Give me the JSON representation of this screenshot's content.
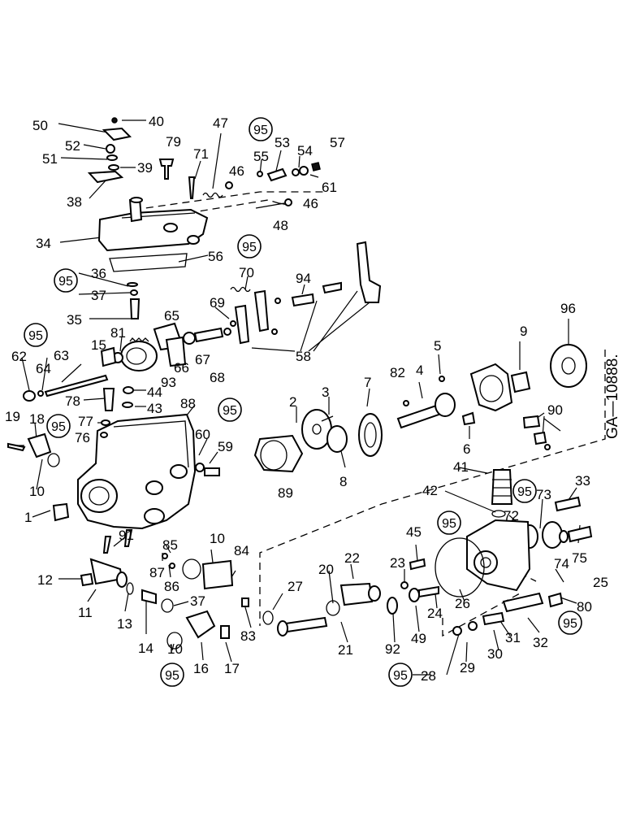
{
  "diagram": {
    "drawing_id": "GA—10888.",
    "callouts": [
      {
        "id": "c50",
        "label": "50"
      },
      {
        "id": "c40",
        "label": "40"
      },
      {
        "id": "c52",
        "label": "52"
      },
      {
        "id": "c51",
        "label": "51"
      },
      {
        "id": "c39",
        "label": "39"
      },
      {
        "id": "c38",
        "label": "38"
      },
      {
        "id": "c79",
        "label": "79"
      },
      {
        "id": "c71",
        "label": "71"
      },
      {
        "id": "c47",
        "label": "47"
      },
      {
        "id": "c46a",
        "label": "46"
      },
      {
        "id": "c55",
        "label": "55"
      },
      {
        "id": "c53",
        "label": "53"
      },
      {
        "id": "c54",
        "label": "54"
      },
      {
        "id": "c57",
        "label": "57"
      },
      {
        "id": "c61",
        "label": "61"
      },
      {
        "id": "c46b",
        "label": "46"
      },
      {
        "id": "c48",
        "label": "48"
      },
      {
        "id": "c34",
        "label": "34"
      },
      {
        "id": "c56",
        "label": "56"
      },
      {
        "id": "c36",
        "label": "36"
      },
      {
        "id": "c37a",
        "label": "37"
      },
      {
        "id": "c70",
        "label": "70"
      },
      {
        "id": "c94",
        "label": "94"
      },
      {
        "id": "c35",
        "label": "35"
      },
      {
        "id": "c65",
        "label": "65"
      },
      {
        "id": "c69",
        "label": "69"
      },
      {
        "id": "c81",
        "label": "81"
      },
      {
        "id": "c15",
        "label": "15"
      },
      {
        "id": "c62",
        "label": "62"
      },
      {
        "id": "c64",
        "label": "64"
      },
      {
        "id": "c63",
        "label": "63"
      },
      {
        "id": "c66",
        "label": "66"
      },
      {
        "id": "c67",
        "label": "67"
      },
      {
        "id": "c68",
        "label": "68"
      },
      {
        "id": "c93",
        "label": "93"
      },
      {
        "id": "c58",
        "label": "58"
      },
      {
        "id": "c9",
        "label": "9"
      },
      {
        "id": "c96",
        "label": "96"
      },
      {
        "id": "c5",
        "label": "5"
      },
      {
        "id": "c82",
        "label": "82"
      },
      {
        "id": "c4",
        "label": "4"
      },
      {
        "id": "c7",
        "label": "7"
      },
      {
        "id": "c3",
        "label": "3"
      },
      {
        "id": "c2",
        "label": "2"
      },
      {
        "id": "c44",
        "label": "44"
      },
      {
        "id": "c78",
        "label": "78"
      },
      {
        "id": "c43",
        "label": "43"
      },
      {
        "id": "c88",
        "label": "88"
      },
      {
        "id": "c19",
        "label": "19"
      },
      {
        "id": "c18",
        "label": "18"
      },
      {
        "id": "c77",
        "label": "77"
      },
      {
        "id": "c76",
        "label": "76"
      },
      {
        "id": "c60",
        "label": "60"
      },
      {
        "id": "c59",
        "label": "59"
      },
      {
        "id": "c90",
        "label": "90"
      },
      {
        "id": "c6",
        "label": "6"
      },
      {
        "id": "c10a",
        "label": "10"
      },
      {
        "id": "c89",
        "label": "89"
      },
      {
        "id": "c8",
        "label": "8"
      },
      {
        "id": "c41",
        "label": "41"
      },
      {
        "id": "c33",
        "label": "33"
      },
      {
        "id": "c42",
        "label": "42"
      },
      {
        "id": "c72",
        "label": "72"
      },
      {
        "id": "c73",
        "label": "73"
      },
      {
        "id": "c1",
        "label": "1"
      },
      {
        "id": "c91",
        "label": "91"
      },
      {
        "id": "c85",
        "label": "85"
      },
      {
        "id": "c10b",
        "label": "10"
      },
      {
        "id": "c84",
        "label": "84"
      },
      {
        "id": "c45",
        "label": "45"
      },
      {
        "id": "c22",
        "label": "22"
      },
      {
        "id": "c20",
        "label": "20"
      },
      {
        "id": "c23",
        "label": "23"
      },
      {
        "id": "c74",
        "label": "74"
      },
      {
        "id": "c75",
        "label": "75"
      },
      {
        "id": "c87",
        "label": "87"
      },
      {
        "id": "c86",
        "label": "86"
      },
      {
        "id": "c27",
        "label": "27"
      },
      {
        "id": "c12",
        "label": "12"
      },
      {
        "id": "c11",
        "label": "11"
      },
      {
        "id": "c13",
        "label": "13"
      },
      {
        "id": "c37b",
        "label": "37"
      },
      {
        "id": "c14",
        "label": "14"
      },
      {
        "id": "c24",
        "label": "24"
      },
      {
        "id": "c26",
        "label": "26"
      },
      {
        "id": "c25",
        "label": "25"
      },
      {
        "id": "c80",
        "label": "80"
      },
      {
        "id": "c83",
        "label": "83"
      },
      {
        "id": "c21",
        "label": "21"
      },
      {
        "id": "c92",
        "label": "92"
      },
      {
        "id": "c49",
        "label": "49"
      },
      {
        "id": "c31",
        "label": "31"
      },
      {
        "id": "c32",
        "label": "32"
      },
      {
        "id": "c10c",
        "label": "10"
      },
      {
        "id": "c16",
        "label": "16"
      },
      {
        "id": "c17",
        "label": "17"
      },
      {
        "id": "c30",
        "label": "30"
      },
      {
        "id": "c29",
        "label": "29"
      },
      {
        "id": "c28",
        "label": "28"
      }
    ],
    "kit_callouts": [
      {
        "id": "k1",
        "label": "95"
      },
      {
        "id": "k2",
        "label": "95"
      },
      {
        "id": "k3",
        "label": "95"
      },
      {
        "id": "k4",
        "label": "95"
      },
      {
        "id": "k5",
        "label": "95"
      },
      {
        "id": "k6",
        "label": "95"
      },
      {
        "id": "k7",
        "label": "95"
      },
      {
        "id": "k8",
        "label": "95"
      },
      {
        "id": "k9",
        "label": "95"
      },
      {
        "id": "k10",
        "label": "95"
      },
      {
        "id": "k11",
        "label": "95"
      }
    ]
  }
}
